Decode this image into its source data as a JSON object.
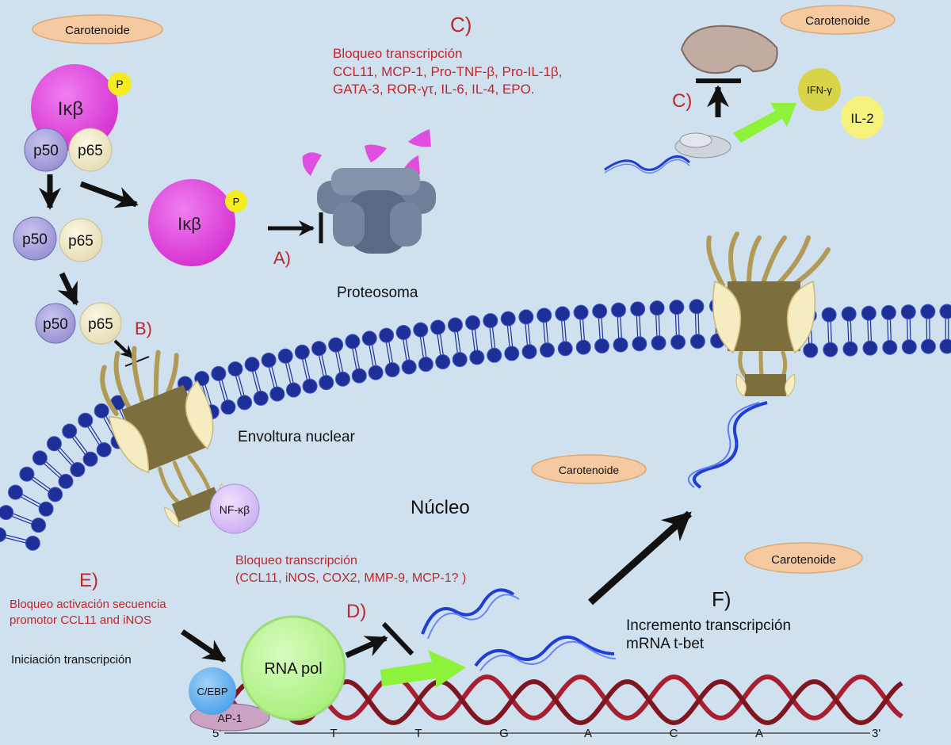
{
  "carotenoid": "Carotenoide",
  "phospho": "P",
  "ikb": "Iκβ",
  "p50": "p50",
  "p65": "p65",
  "nfkb": "NF-κβ",
  "proteasome": "Proteosoma",
  "nucleus": "Núcleo",
  "nuclear_envelope": "Envoltura nuclear",
  "label_a": "A)",
  "label_b": "B)",
  "label_c": "C)",
  "label_d": "D)",
  "label_e": "E)",
  "label_f": "F)",
  "block_c": {
    "title": "Bloqueo transcripción",
    "line1": "CCL11, MCP-1, Pro-TNF-β, Pro-IL-1β,",
    "line2": "GATA-3, ROR-γτ, IL-6, IL-4, EPO."
  },
  "ifn": "IFN-γ",
  "il2": "IL-2",
  "block_d": {
    "title": "Bloqueo transcripción",
    "line1": "(CCL11, iNOS, COX2, MMP-9, MCP-1? )"
  },
  "block_e": {
    "line1": "Bloqueo activación secuencia",
    "line2": "promotor CCL11 and iNOS"
  },
  "initiation": "Iniciación transcripción",
  "rna_pol": "RNA pol",
  "cebp": "C/EBP",
  "ap1": "AP-1",
  "block_f": {
    "line1": "Incremento transcripción",
    "line2": "mRNA t-bet"
  },
  "dna": {
    "five_prime": "5'",
    "three_prime": "3'",
    "bases": [
      "T",
      "T",
      "G",
      "A",
      "C",
      "A"
    ]
  },
  "colors": {
    "background": "#cfe0ef",
    "label_red": "#c0262a",
    "ikb_magenta": "#dc3fd8",
    "p50_purple": "#a9a3d9",
    "p65_cream": "#f1ebcc",
    "lipid_blue": "#1e2f97",
    "pore_olive": "#7d6f3d",
    "carotenoid_orange": "#f6caa0",
    "dna_red": "#a8202f",
    "rna_pol_green": "#bef59a",
    "arrow_green": "#8df23a"
  }
}
